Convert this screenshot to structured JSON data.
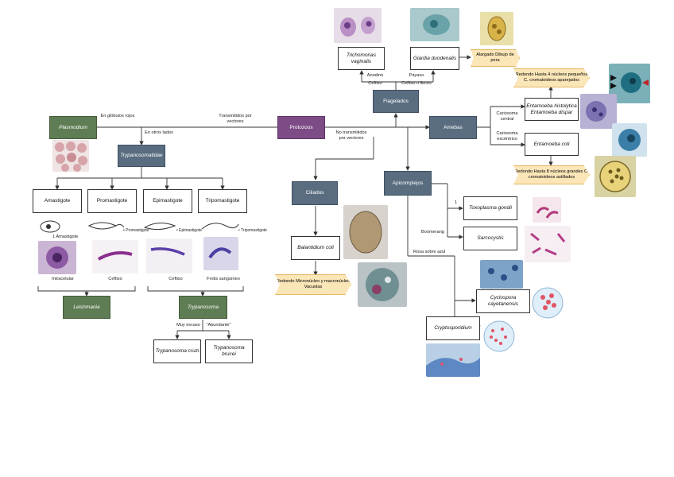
{
  "nodes": {
    "protozoos": "Protozoos",
    "plasmodium": "Plasmodium",
    "trypanosomatidae": "Trypanosomatidae",
    "flagelados": "Flagelados",
    "amebas": "Amebas",
    "ciliados": "Ciliados",
    "apicomplejos": "Apicomplejos",
    "trichomonas": "Trichomonas vaginalis",
    "giardia": "Giardia duodenalis",
    "e_histolytica": "Entamoeba histolytica Entamoeba dispar",
    "e_coli": "Entamoeba coli",
    "amastigote": "Amastigote",
    "promastigote": "Promastigote",
    "epimastigote": "Epimastigote",
    "tripomastigote": "Tripomastigote",
    "leishmania": "Leishmania",
    "trypanosoma": "Trypanosoma",
    "t_cruzi": "Trypanosoma cruzi",
    "t_brucei": "Trypanosoma brucei",
    "balantidium": "Balantidium coli",
    "toxoplasma": "Toxoplasma gondii",
    "sarcocystis": "Sarcocystis",
    "cyclospora": "Cyclospora cayetanensis",
    "cryptosporidium": "Cryptosporidium"
  },
  "tags": {
    "giardia_shape": "Alargado Dibujo de pera",
    "histolytica_cyst": "Redondo Hasta 4 núcleos pequeños C. cromatoideos aparejados",
    "coli_cyst": "Redondo Hasta 8 núcleos grandes C. cromatoideos astillados",
    "balantidium": "Redondo Micronúcleo y macronúcleo Vacuolas"
  },
  "labels": {
    "en_globulos": "En glóbulos rojos",
    "en_otros": "En otros lados",
    "transmitidos": "Transmitidos por vectores",
    "no_transmitidos": "No transmitidos por vectores",
    "anodino": "Anodino",
    "payaso": "Payaso",
    "ceftiso": "Ceftiso",
    "ceftiso_lleces": "Ceftiso o lleces",
    "cariosoma_central": "Cariosoma central",
    "cariosoma_excentrico": "Cariosoma excéntrico",
    "num_1": "1",
    "boomerang": "Boomerang",
    "rosa_azul": "Rosa sobre azul",
    "amastigote_caption": "1 Amastigote",
    "intracelular": "Intracelular",
    "ceftiso_a": "Ceftiso",
    "ceftiso_b": "Ceftiso",
    "frotis": "Frotis sanguíneo",
    "muy_escaso": "Muy escaso",
    "abundante": "\"Abundante\"",
    "promastigote_caption": "• Promastigote",
    "epimastigote_caption": "• Epimastigote",
    "tripomastigote_caption": "• Tripomastigote"
  },
  "colors": {
    "slate": "#5a6d80",
    "green": "#5f7d54",
    "purple": "#7d4b86",
    "tag_fill": "#fbe6b8"
  }
}
